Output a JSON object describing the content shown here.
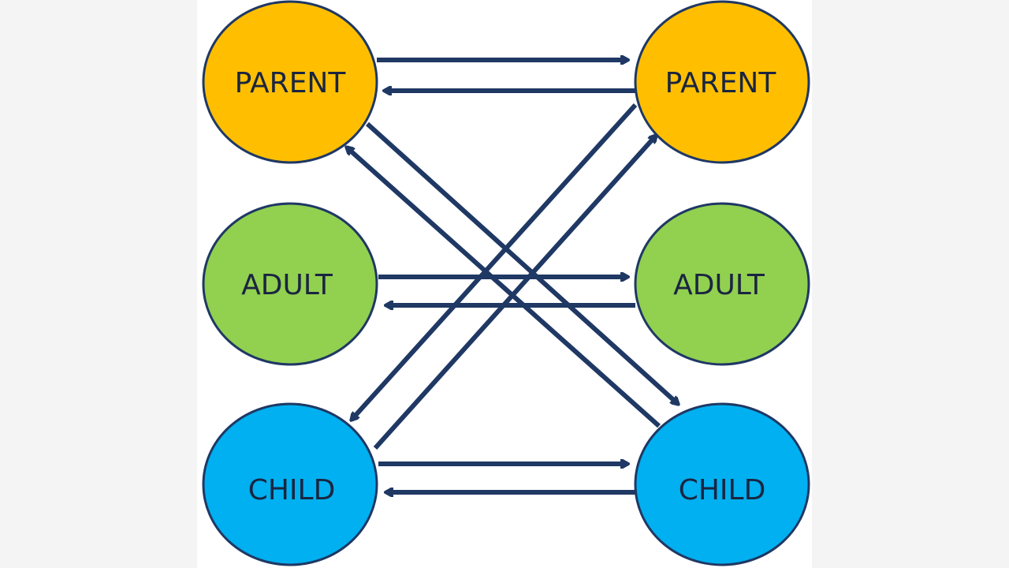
{
  "diagram": {
    "nodes": {
      "left_parent": {
        "label": "PARENT"
      },
      "left_adult": {
        "label": "ADULT"
      },
      "left_child": {
        "label": "CHILD"
      },
      "right_parent": {
        "label": "PARENT"
      },
      "right_adult": {
        "label": "ADULT"
      },
      "right_child": {
        "label": "CHILD"
      }
    },
    "colors": {
      "parent": "#ffbf00",
      "adult": "#92d050",
      "child": "#00b0f0",
      "stroke": "#1f3864",
      "arrow": "#1f3864"
    }
  }
}
